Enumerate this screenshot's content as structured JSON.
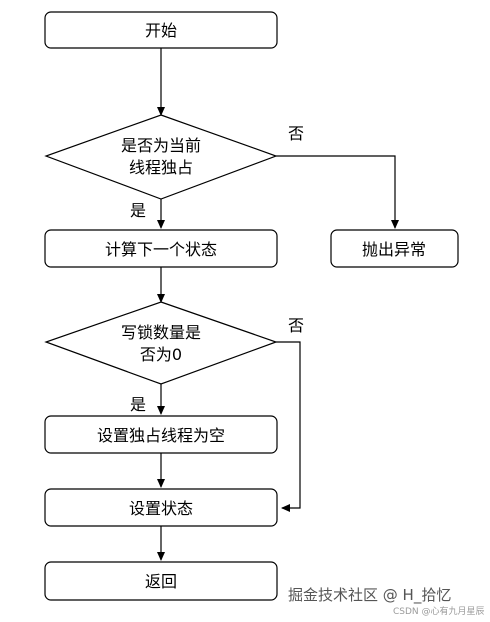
{
  "nodes": {
    "start": "开始",
    "is_current_thread": [
      "是否为当前",
      "线程独占"
    ],
    "compute_next_state": "计算下一个状态",
    "throw_exception": "抛出异常",
    "write_lock_zero": [
      "写锁数量是",
      "否为0"
    ],
    "set_exclusive_empty": "设置独占线程为空",
    "set_state": "设置状态",
    "return": "返回"
  },
  "edges": {
    "yes": "是",
    "no": "否"
  },
  "watermark": {
    "main": "掘金技术社区 @ H_拾忆",
    "sub": "CSDN @心有九月星辰"
  }
}
